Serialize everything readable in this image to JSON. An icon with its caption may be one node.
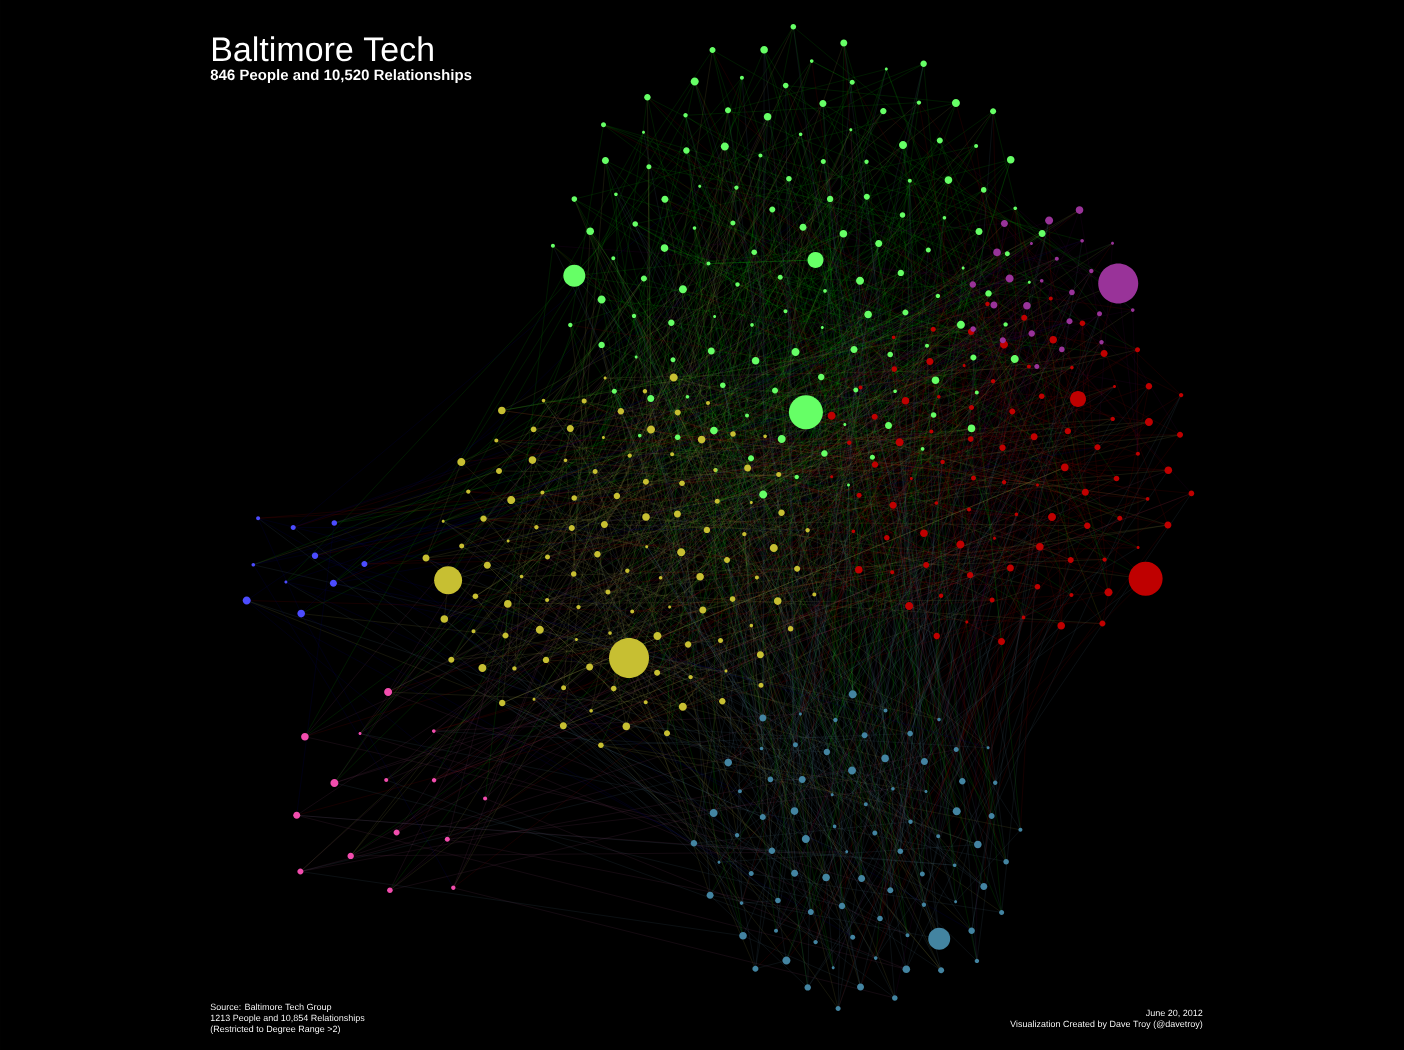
{
  "diagram": {
    "title": "Baltimore Tech",
    "labels": [
      "846 People and 10,520 Relationships",
      "Source: Baltimore Tech Group",
      "1213 People and 10,854 Relationships",
      "(Restricted to Degree Range >2)",
      "June 20, 2012",
      "Visualization Created by Dave Troy (@davetroy)"
    ]
  }
}
